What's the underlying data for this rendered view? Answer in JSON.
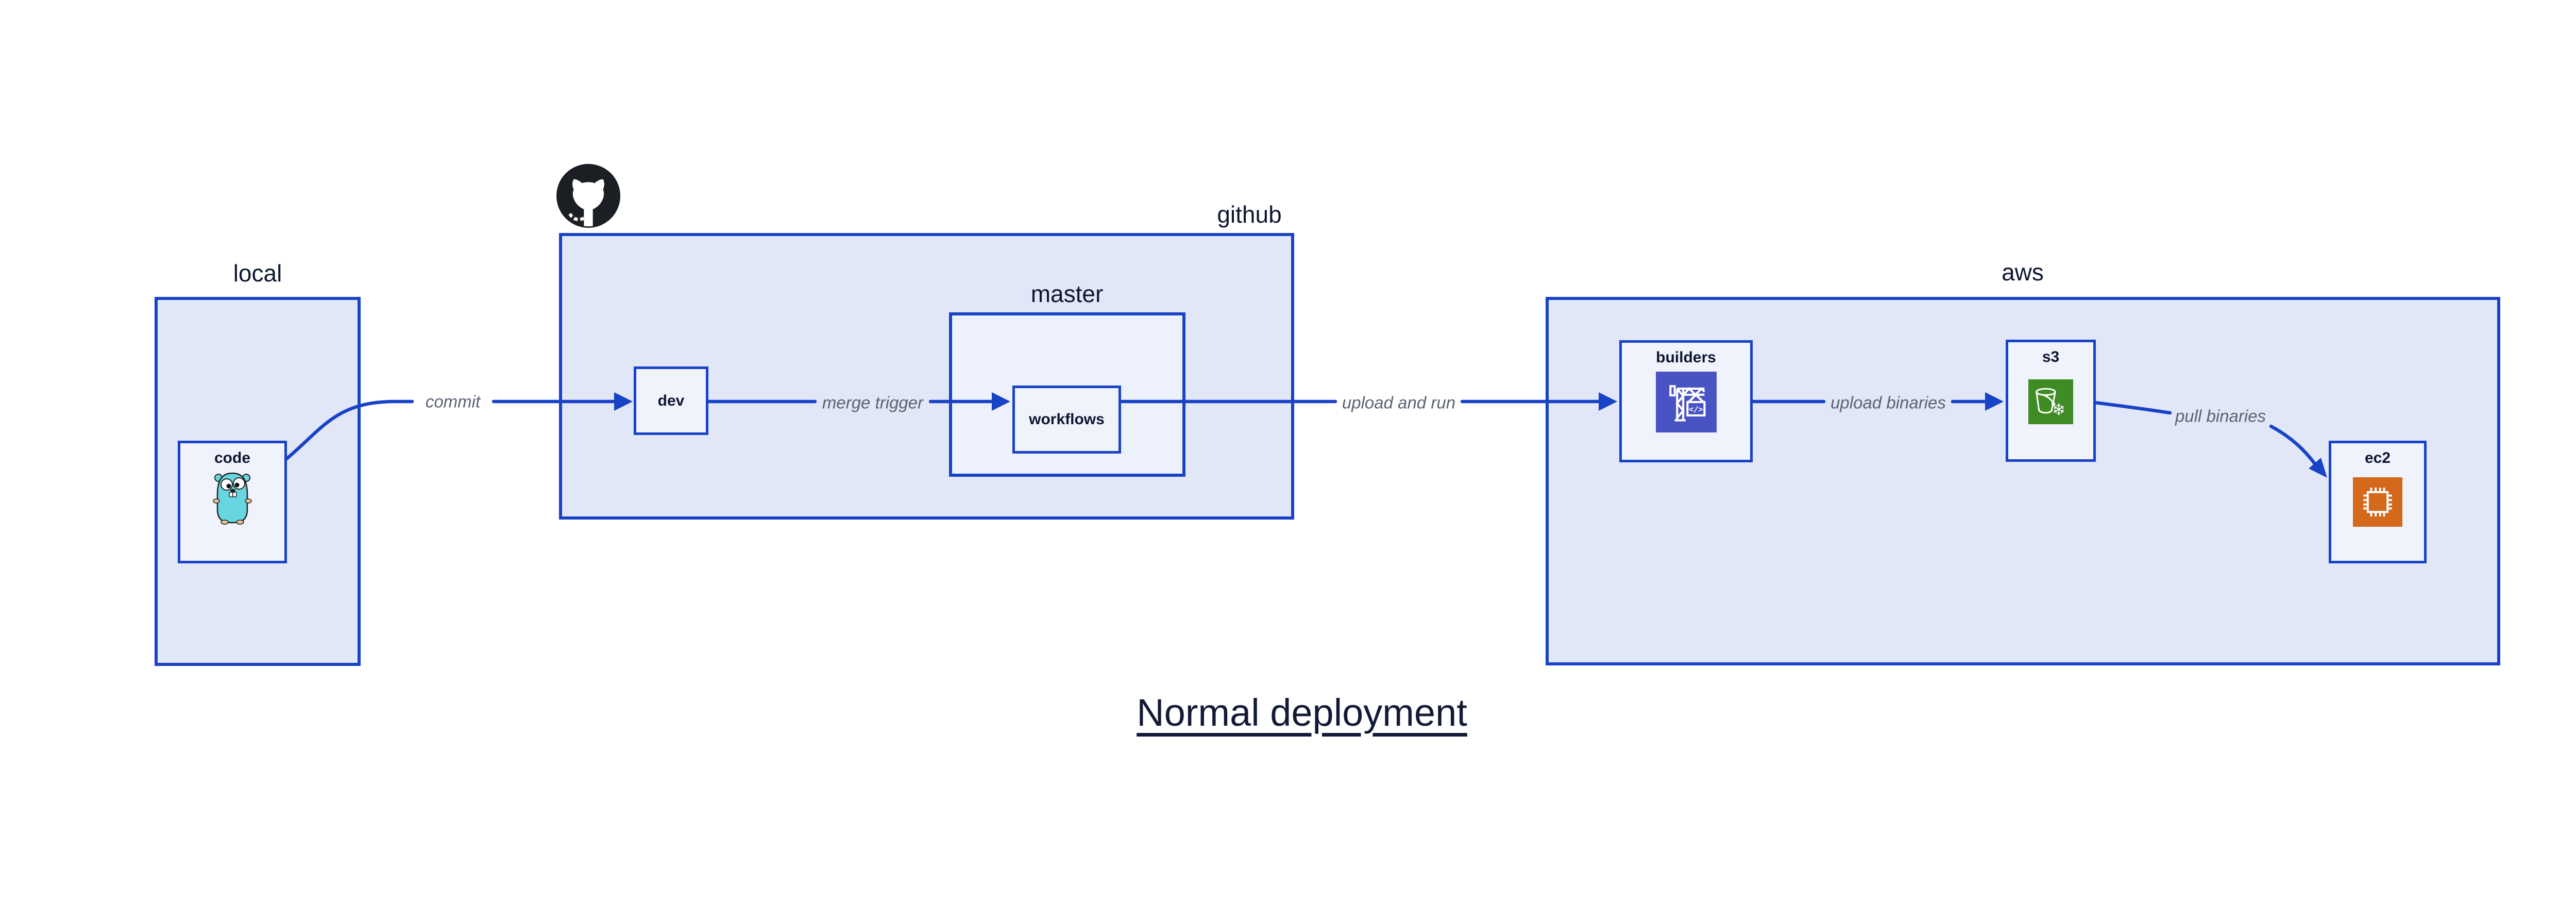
{
  "title": {
    "text": "Normal deployment"
  },
  "containers": {
    "local": {
      "label": "local"
    },
    "github": {
      "label": "github"
    },
    "master": {
      "label": "master"
    },
    "aws": {
      "label": "aws"
    }
  },
  "nodes": {
    "code": {
      "label": "code",
      "icon": "go-gopher-icon"
    },
    "dev": {
      "label": "dev"
    },
    "workflows": {
      "label": "workflows"
    },
    "builders": {
      "label": "builders",
      "icon": "aws-codebuild-icon"
    },
    "s3": {
      "label": "s3",
      "icon": "aws-s3-bucket-icon"
    },
    "ec2": {
      "label": "ec2",
      "icon": "aws-ec2-icon"
    }
  },
  "edges": {
    "commit": {
      "label": "commit",
      "from": "code",
      "to": "dev"
    },
    "merge_trigger": {
      "label": "merge trigger",
      "from": "dev",
      "to": "workflows"
    },
    "upload_and_run": {
      "label": "upload and run",
      "from": "workflows",
      "to": "builders"
    },
    "upload_binaries": {
      "label": "upload binaries",
      "from": "builders",
      "to": "s3"
    },
    "pull_binaries": {
      "label": "pull binaries",
      "from": "s3",
      "to": "ec2"
    }
  },
  "decorations": {
    "github_logo": "github-octocat-icon"
  },
  "colors": {
    "stroke_blue": "#1843c6",
    "container_fill": "#e2e7f8",
    "master_fill": "#edf1fb",
    "node_fill": "#f0f3fc",
    "text_dark": "#0e1630",
    "edge_label_gray": "#5a6272",
    "codebuild_bg": "#4a53c4",
    "s3_bg": "#3f8b24",
    "ec2_bg": "#d4691c",
    "octocat_black": "#1b1f23",
    "gopher_teal": "#67d6e0"
  }
}
